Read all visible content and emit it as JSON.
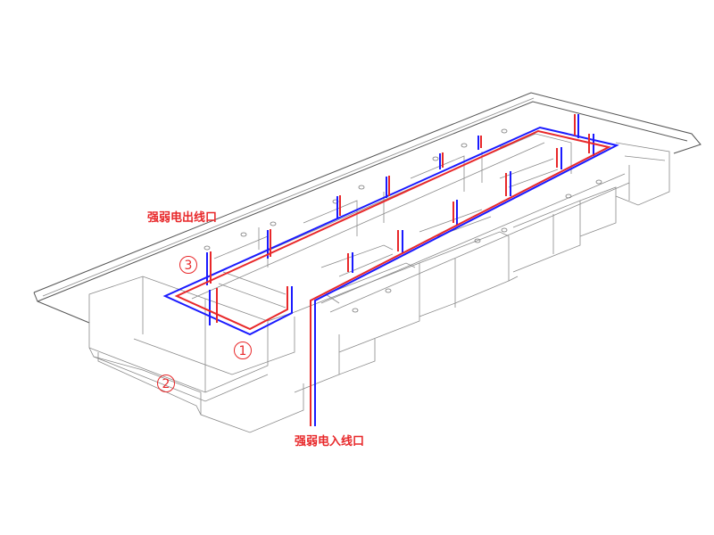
{
  "labels": {
    "outlet": "强弱电出线口",
    "inlet": "强弱电入线口"
  },
  "markers": [
    "1",
    "2",
    "3"
  ],
  "colors": {
    "strong_current": "#e8282a",
    "weak_current": "#1a1aff",
    "wireframe": "#8a8a8a",
    "label": "#e8282a"
  }
}
